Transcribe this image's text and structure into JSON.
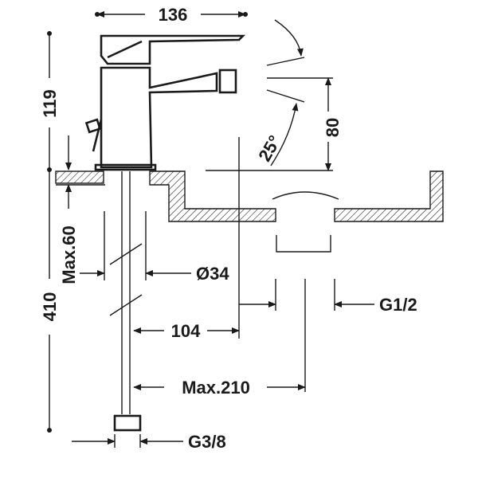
{
  "dimensions": {
    "width_top": "136",
    "height_total": "119",
    "tilt_angle": "25°",
    "spout_height": "80",
    "max_thickness": "Max.60",
    "total_length": "410",
    "hole_diameter": "Ø34",
    "spout_reach": "104",
    "outlet_thread": "G1/2",
    "max_reach": "Max.210",
    "inlet_thread": "G3/8"
  },
  "colors": {
    "line": "#1a1a1a",
    "background": "#ffffff"
  }
}
